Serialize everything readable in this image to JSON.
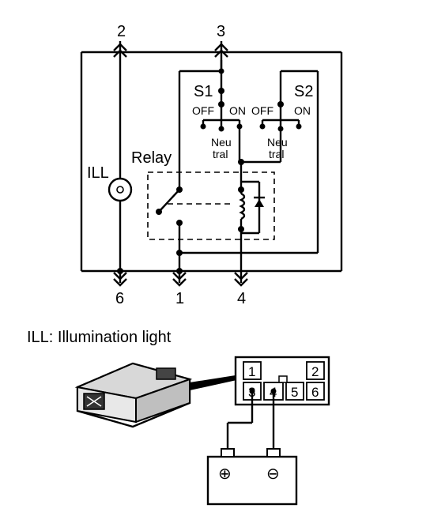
{
  "diagram": {
    "terminals": [
      "2",
      "3",
      "6",
      "1",
      "4"
    ],
    "switch_s1": "S1",
    "switch_s2": "S2",
    "off": "OFF",
    "on": "ON",
    "neutral_a": "Neu",
    "neutral_b": "tral",
    "relay": "Relay",
    "ill": "ILL",
    "caption": "ILL: Illumination light",
    "connector_pins": [
      "1",
      "2",
      "3",
      "4",
      "5",
      "6"
    ],
    "battery_plus": "⊕",
    "battery_minus": "⊖"
  }
}
